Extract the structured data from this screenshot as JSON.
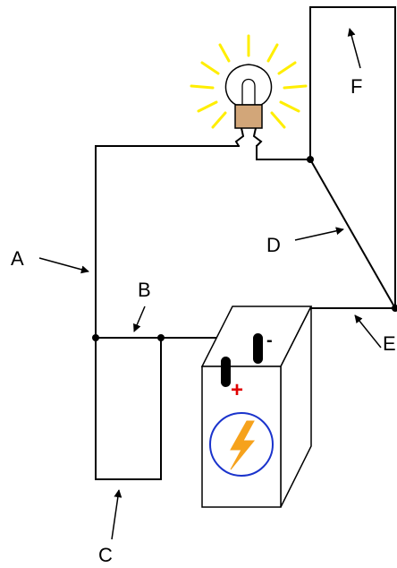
{
  "diagram": {
    "labels": {
      "A": "A",
      "B": "B",
      "C": "C",
      "D": "D",
      "E": "E",
      "F": "F"
    },
    "battery": {
      "positive": "+",
      "negative": "-",
      "icon": "lightning-bolt-icon"
    },
    "bulb": {
      "state": "lit",
      "icon": "light-bulb-icon"
    },
    "colors": {
      "wire": "#000000",
      "glow": "#ffee00",
      "bulb_base": "#d2a679",
      "positive_terminal": "#e00000",
      "battery_emblem_ring": "#1a33cc",
      "battery_emblem_bolt": "#f6a21c"
    }
  }
}
